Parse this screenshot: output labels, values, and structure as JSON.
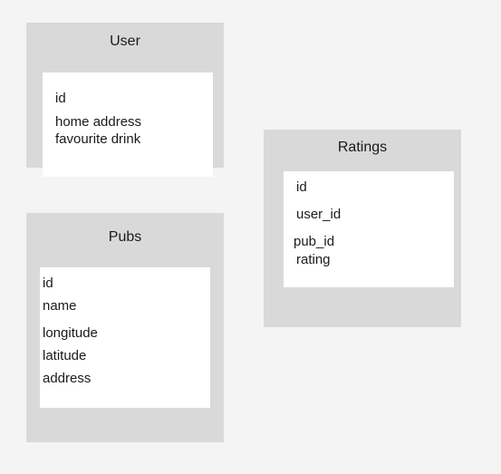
{
  "entities": {
    "user": {
      "title": "User",
      "fields": [
        "id",
        "home address",
        "favourite drink"
      ]
    },
    "ratings": {
      "title": "Ratings",
      "fields": [
        "id",
        "user_id",
        "pub_id",
        "rating"
      ]
    },
    "pubs": {
      "title": "Pubs",
      "fields": [
        "id",
        "name",
        "longitude",
        "latitude",
        "address"
      ]
    }
  }
}
